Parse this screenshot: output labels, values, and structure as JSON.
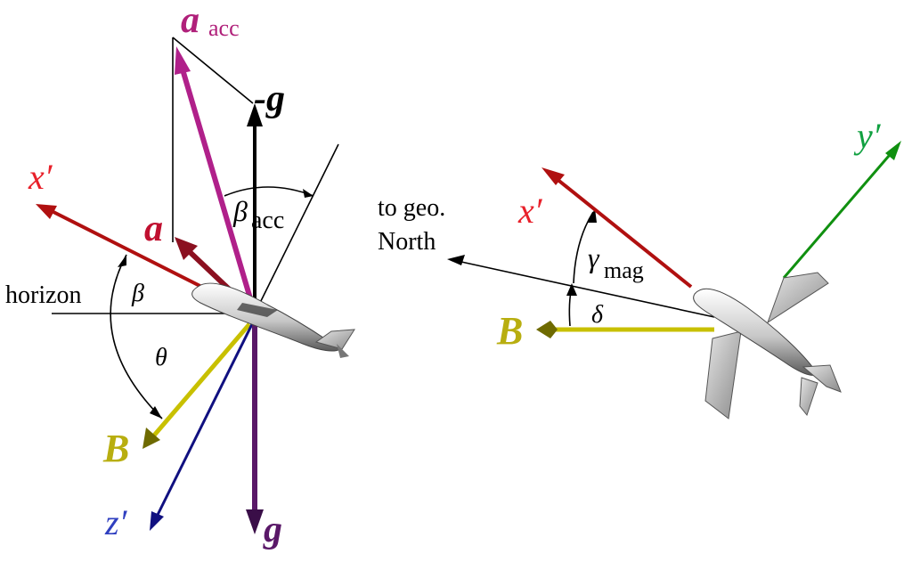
{
  "left_diagram": {
    "labels": {
      "a_acc_main": "a",
      "a_acc_sub": "acc",
      "neg_g": "-g",
      "x_prime": "x′",
      "a": "a",
      "beta_acc_main": "β",
      "beta_acc_sub": "acc",
      "horizon": "horizon",
      "beta": "β",
      "theta": "θ",
      "B": "B",
      "z_prime": "z′",
      "g": "g"
    }
  },
  "right_diagram": {
    "labels": {
      "to_geo_north_line1": "to geo.",
      "to_geo_north_line2": "North",
      "x_prime": "x′",
      "y_prime": "y′",
      "gamma_main": "γ",
      "gamma_sub": "mag",
      "delta": "δ",
      "B": "B"
    }
  },
  "colors": {
    "x_axis": "#b01010",
    "x_label": "#e8202a",
    "a_vector": "#8b1020",
    "a_acc_vector": "#b0208a",
    "a_acc_label": "#b0207a",
    "gravity": "#5a1868",
    "B_vector": "#c8c000",
    "B_label": "#b8ae10",
    "z_axis": "#101080",
    "z_label": "#3040c0",
    "y_axis": "#109010",
    "y_label": "#10a040",
    "ink": "#000000"
  }
}
